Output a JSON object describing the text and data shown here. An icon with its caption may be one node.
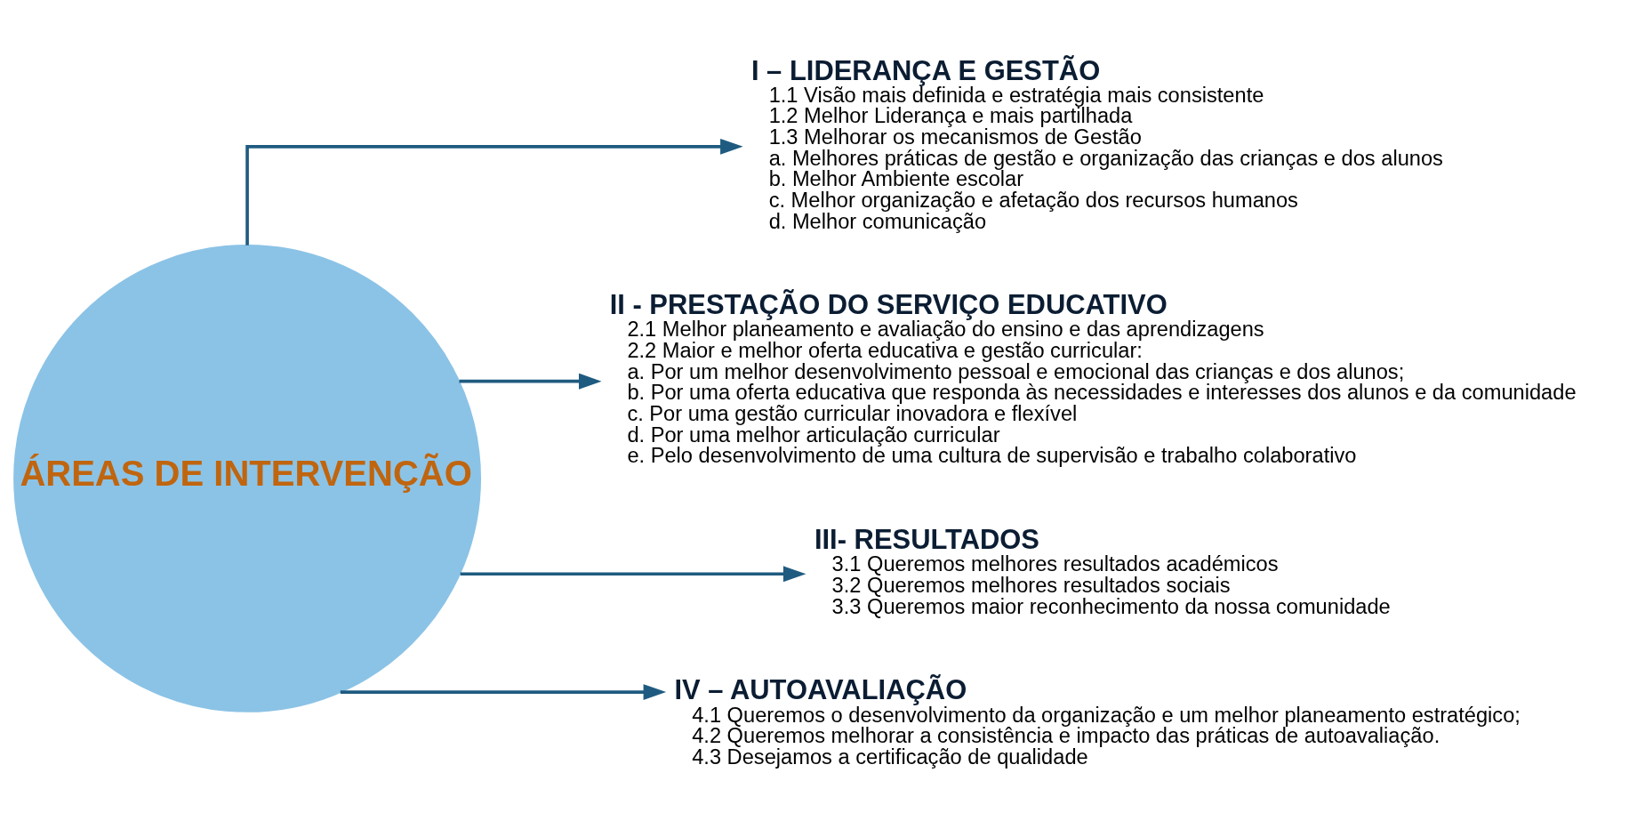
{
  "diagram": {
    "nodes": [
      {
        "text": [
          "ÁREAS DE INTERVENÇÃO"
        ]
      },
      {
        "text": [
          "I – LIDERANÇA E GESTÃO",
          "1.1 Visão mais definida e estratégia mais consistente",
          "1.2 Melhor Liderança e mais partilhada",
          "1.3 Melhorar os mecanismos de Gestão",
          "a. Melhores práticas de gestão e organização das crianças e dos alunos",
          "b. Melhor Ambiente escolar",
          "c. Melhor organização e afetação dos recursos humanos",
          "d. Melhor comunicação"
        ]
      },
      {
        "text": [
          "II - PRESTAÇÃO DO SERVIÇO EDUCATIVO",
          "2.1 Melhor planeamento e avaliação do ensino e das aprendizagens",
          "2.2 Maior e melhor oferta educativa e gestão curricular:",
          "a. Por um melhor desenvolvimento pessoal e emocional das crianças e dos alunos;",
          "b. Por uma oferta educativa que responda às necessidades e interesses dos alunos e da comunidade",
          "c. Por uma gestão curricular inovadora e flexível",
          "d. Por uma melhor articulação curricular",
          "e. Pelo desenvolvimento de uma cultura de supervisão e trabalho colaborativo"
        ]
      },
      {
        "text": [
          "III- RESULTADOS",
          "3.1 Queremos melhores resultados académicos",
          "3.2 Queremos melhores resultados sociais",
          "3.3 Queremos maior reconhecimento da nossa comunidade"
        ]
      },
      {
        "text": [
          "IV – AUTOAVALIAÇÃO",
          "4.1 Queremos o desenvolvimento da organização e um melhor planeamento estratégico;",
          "4.2 Queremos melhorar a consistência e impacto das práticas de autoavaliação.",
          "4.3 Desejamos a certificação de qualidade"
        ]
      }
    ],
    "edges": [
      {
        "from": 0,
        "to": 1,
        "arrow": "to"
      },
      {
        "from": 0,
        "to": 2,
        "arrow": "to"
      },
      {
        "from": 0,
        "to": 3,
        "arrow": "to"
      },
      {
        "from": 0,
        "to": 4,
        "arrow": "to"
      }
    ]
  }
}
